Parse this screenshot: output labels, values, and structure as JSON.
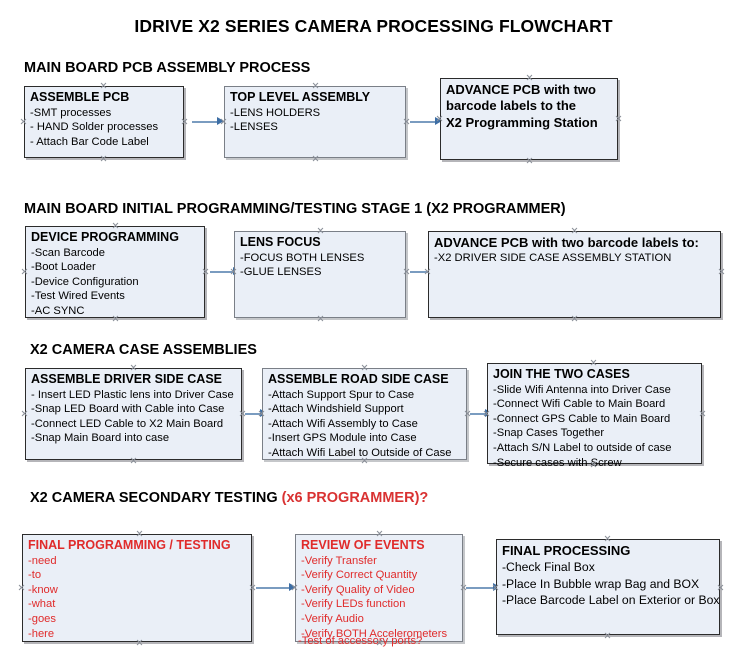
{
  "document": {
    "title": "IDRIVE X2  SERIES CAMERA PROCESSING FLOWCHART"
  },
  "colors": {
    "box_fill": "#eaeff7",
    "box_border": "#2b2b2b",
    "arrow": "#3d6ea5",
    "red_text": "#e02b2b",
    "black_text": "#000000"
  },
  "sections": [
    {
      "id": "main-board-pcb-assembly",
      "heading": "MAIN BOARD PCB ASSEMBLY PROCESS",
      "heading_red": "",
      "boxes": [
        {
          "id": "assemble-pcb",
          "title": "ASSEMBLE PCB",
          "lines": [
            "-SMT processes",
            "- HAND Solder processes",
            "- Attach Bar Code Label"
          ]
        },
        {
          "id": "top-level-assembly",
          "title": "TOP LEVEL ASSEMBLY",
          "lines": [
            "-LENS HOLDERS",
            "-LENSES"
          ]
        },
        {
          "id": "advance-pcb-x2-programming",
          "title": "ADVANCE PCB with two",
          "lines": [
            "barcode labels to the",
            " X2 Programming Station"
          ]
        }
      ]
    },
    {
      "id": "main-board-initial-programming",
      "heading": "MAIN BOARD INITIAL PROGRAMMING/TESTING STAGE 1 (X2 PROGRAMMER)",
      "heading_red": "",
      "boxes": [
        {
          "id": "device-programming",
          "title": "DEVICE PROGRAMMING",
          "lines": [
            "-Scan Barcode",
            "-Boot Loader",
            "-Device Configuration",
            "-Test Wired Events",
            "-AC SYNC"
          ]
        },
        {
          "id": "lens-focus",
          "title": "LENS FOCUS",
          "lines": [
            "-FOCUS BOTH LENSES",
            "-GLUE LENSES"
          ]
        },
        {
          "id": "advance-pcb-driver-side-case",
          "title": "ADVANCE PCB with two barcode labels to:",
          "lines": [
            "-X2 DRIVER  SIDE  CASE  ASSEMBLY STATION"
          ]
        }
      ]
    },
    {
      "id": "x2-camera-case-assemblies",
      "heading": "X2 CAMERA CASE ASSEMBLIES",
      "heading_red": "",
      "boxes": [
        {
          "id": "assemble-driver-side-case",
          "title": "ASSEMBLE DRIVER SIDE CASE",
          "lines": [
            "- Insert LED Plastic lens into Driver Case",
            "-Snap LED Board with Cable into Case",
            "-Connect LED Cable to X2 Main Board",
            "-Snap Main Board into case"
          ]
        },
        {
          "id": "assemble-road-side-case",
          "title": "ASSEMBLE ROAD SIDE CASE",
          "lines": [
            "-Attach Support Spur to Case",
            "-Attach Windshield Support",
            "-Attach Wifi Assembly to Case",
            "-Insert GPS Module into Case",
            "-Attach Wifi Label to Outside of Case"
          ]
        },
        {
          "id": "join-the-two-cases",
          "title": "JOIN THE TWO CASES",
          "lines": [
            "-Slide Wifi Antenna into Driver Case",
            "-Connect Wifi Cable to Main Board",
            "-Connect GPS Cable to Main Board",
            "-Snap Cases Together",
            "-Attach S/N Label to outside of case",
            "-Secure cases with Screw"
          ]
        }
      ]
    },
    {
      "id": "x2-camera-secondary-testing",
      "heading": "X2 CAMERA SECONDARY TESTING ",
      "heading_red": "(x6 PROGRAMMER)?",
      "boxes": [
        {
          "id": "final-programming-testing",
          "title": "FINAL PROGRAMMING / TESTING",
          "lines": [
            "-need",
            "-to",
            "-know",
            "-what",
            "-goes",
            "-here"
          ]
        },
        {
          "id": "review-of-events",
          "title": "REVIEW OF EVENTS",
          "lines": [
            "-Verify Transfer",
            "-Verify Correct Quantity",
            "-Verify Quality of Video",
            "-Verify LEDs function",
            "-Verify Audio",
            "-Verify BOTH Accelerometers"
          ],
          "overflow_line": "-Test of accessory ports?"
        },
        {
          "id": "final-processing",
          "title": "FINAL PROCESSING",
          "lines": [
            " -Check Final Box",
            "-Place In Bubble wrap Bag and BOX",
            "-Place Barcode Label on Exterior or Box"
          ]
        }
      ]
    }
  ]
}
